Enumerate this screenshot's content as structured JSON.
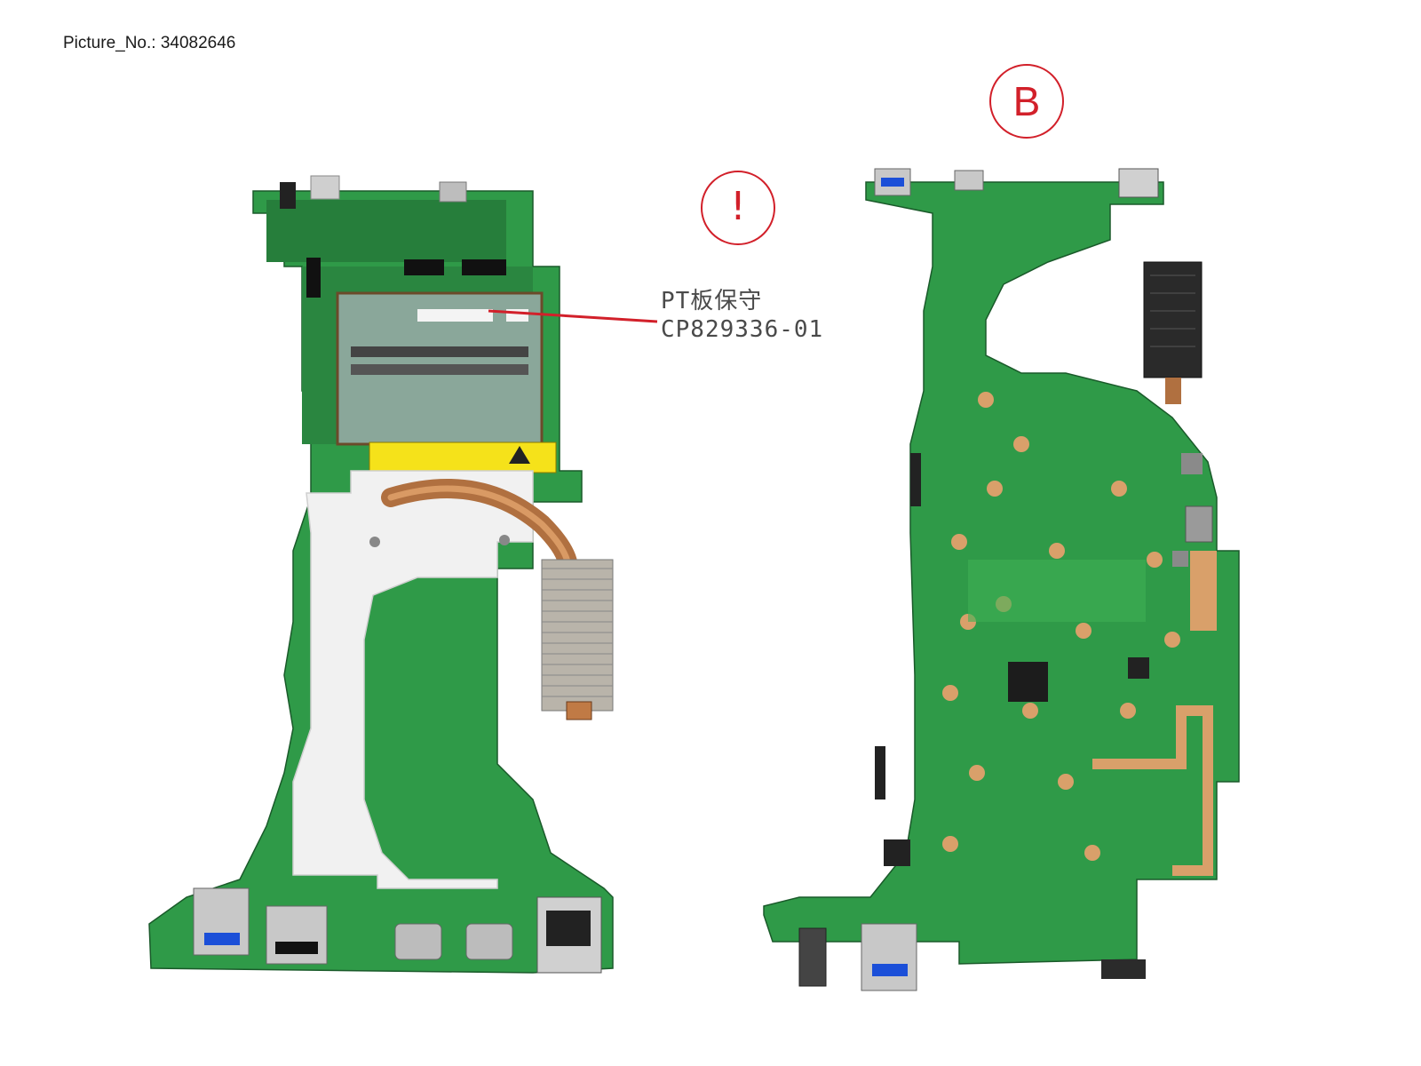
{
  "caption": "Picture_No.: 34082646",
  "markers": {
    "warning": "!",
    "view": "B"
  },
  "part_label": {
    "line1": "PT板保守",
    "line2": "CP829336-01"
  },
  "colors": {
    "pcb_green": "#2f9a48",
    "pcb_dark": "#1e7a36",
    "copper": "#d9a06a",
    "shield": "#f1f1f1",
    "heatpipe": "#b07040",
    "fins": "#b9b4aa",
    "marker_red": "#d2202a",
    "caution_yellow": "#f5e21a"
  },
  "icons": {
    "warning": "exclamation-circle-icon",
    "view": "letter-b-circle-icon"
  }
}
